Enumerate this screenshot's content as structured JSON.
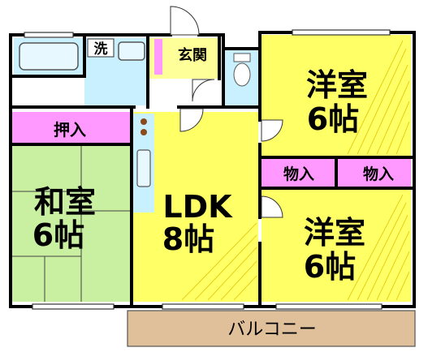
{
  "rooms": {
    "western_top": {
      "name": "洋室",
      "size": "6帖"
    },
    "western_bottom": {
      "name": "洋室",
      "size": "6帖"
    },
    "japanese": {
      "name": "和室",
      "size": "6帖"
    },
    "ldk": {
      "name": "LDK",
      "size": "8帖"
    }
  },
  "labels": {
    "closet_oshiire": "押入",
    "storage_left": "物入",
    "storage_right": "物入",
    "entrance": "玄関",
    "laundry": "洗",
    "balcony": "バルコニー"
  },
  "colors": {
    "western": "#ffff66",
    "ldk": "#ffff66",
    "japanese": "#c8f0a0",
    "storage": "#ff99ff",
    "wet_area": "#c8f0ff",
    "balcony": "#e0c09a",
    "wall": "#000000"
  }
}
